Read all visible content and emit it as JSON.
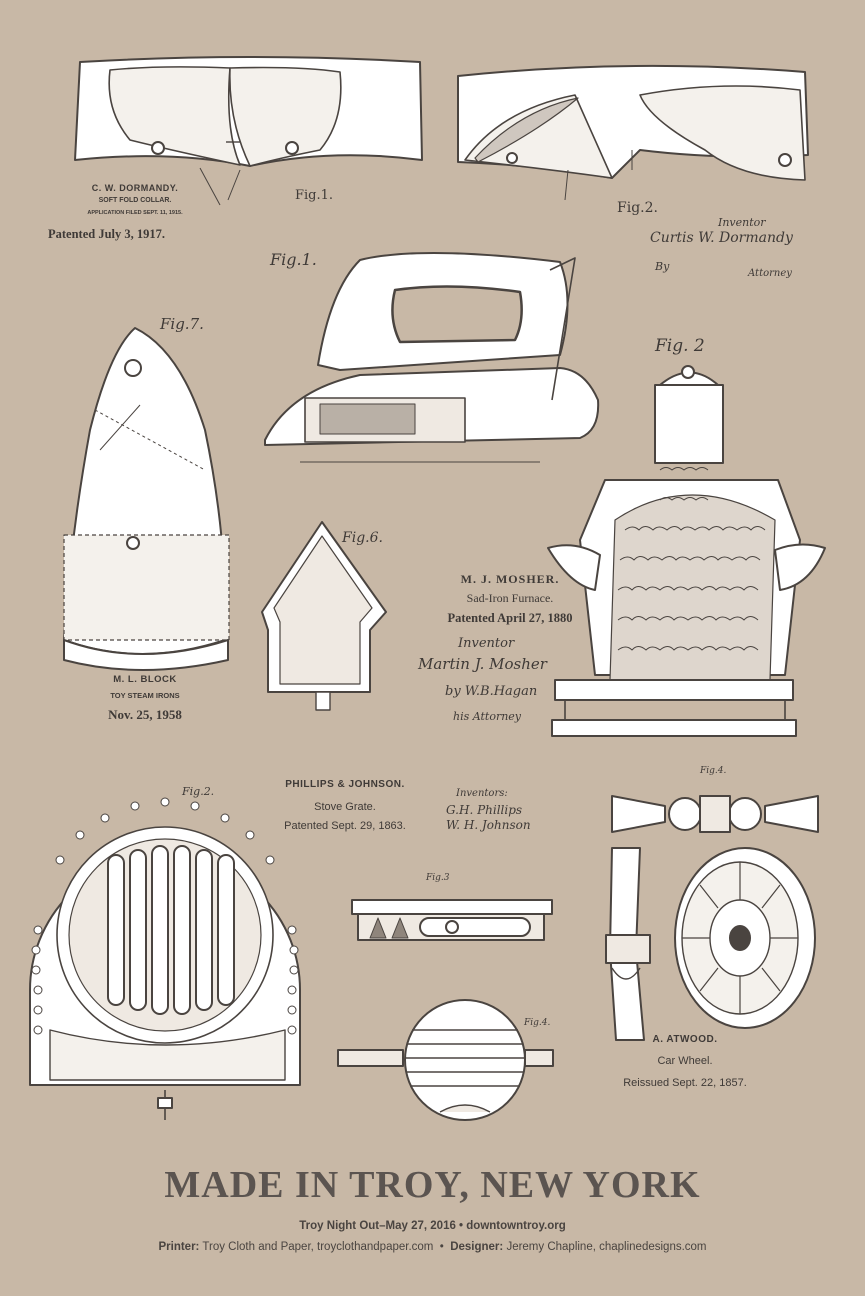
{
  "patents": {
    "collar": {
      "inventor": "C. W. DORMANDY.",
      "title": "SOFT FOLD COLLAR.",
      "filed": "APPLICATION FILED SEPT. 11, 1915.",
      "date": "Patented July 3, 1917.",
      "fig1": "Fig.1.",
      "fig2": "Fig.2.",
      "inventor_label": "Inventor",
      "signature": "Curtis W. Dormandy",
      "by": "By",
      "attorney": "Attorney"
    },
    "steam_iron": {
      "inventor": "M. L. BLOCK",
      "title": "TOY STEAM IRONS",
      "date": "Nov. 25, 1958",
      "fig1": "Fig.1.",
      "fig7": "Fig.7.",
      "fig6": "Fig.6."
    },
    "furnace": {
      "inventor": "M. J. MOSHER.",
      "title": "Sad-Iron Furnace.",
      "date": "Patented April 27, 1880",
      "inventor_label": "Inventor",
      "signature": "Martin J. Mosher",
      "by_line": "by W.B.Hagan",
      "attorney": "his Attorney",
      "fig2": "Fig. 2"
    },
    "stove_grate": {
      "inventor": "PHILLIPS & JOHNSON.",
      "title": "Stove Grate.",
      "date": "Patented Sept. 29, 1863.",
      "inventors_label": "Inventors:",
      "signature1": "G.H. Phillips",
      "signature2": "W. H. Johnson",
      "fig2": "Fig.2.",
      "fig3": "Fig.3",
      "fig4": "Fig.4."
    },
    "car_wheel": {
      "inventor": "A. ATWOOD.",
      "title": "Car Wheel.",
      "date": "Reissued Sept. 22, 1857.",
      "fig4": "Fig.4."
    }
  },
  "title": "MADE IN TROY, NEW YORK",
  "footer": {
    "event": "Troy Night Out–May 27, 2016  •  downtowntroy.org",
    "printer_label": "Printer:",
    "printer": "Troy Cloth and Paper, troyclothandpaper.com",
    "separator": "•",
    "designer_label": "Designer:",
    "designer": "Jeremy Chapline, chaplinedesigns.com"
  },
  "colors": {
    "background": "#c8b8a6",
    "ink": "#4a4440",
    "paper_fill": "#ffffff"
  }
}
